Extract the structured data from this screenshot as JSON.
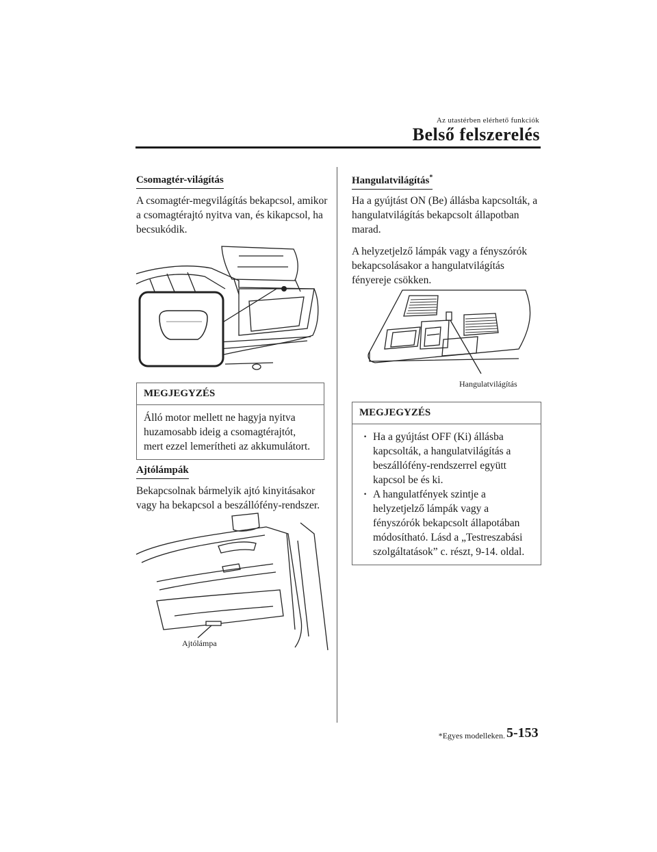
{
  "header": {
    "section": "Az utastérben elérhető funkciók",
    "chapter": "Belső felszerelés"
  },
  "left": {
    "trunk": {
      "heading": "Csomagtér-világítás",
      "text": "A csomagtér-megvilágítás bekapcsol, amikor a csomagtérajtó nyitva van, és kikapcsol, ha becsukódik."
    },
    "note1": {
      "title": "MEGJEGYZÉS",
      "text": "Álló motor mellett ne hagyja nyitva huzamosabb ideig a csomagtérajtót, mert ezzel lemerítheti az akkumulátort."
    },
    "door": {
      "heading": "Ajtólámpák",
      "text": "Bekapcsolnak bármelyik ajtó kinyitásakor vagy ha bekapcsol a beszállófény-rendszer.",
      "caption": "Ajtólámpa"
    }
  },
  "right": {
    "ambient": {
      "heading": "Hangulatvilágítás",
      "asterisk": "*",
      "text1": "Ha a gyújtást ON (Be) állásba kapcsolták, a hangulatvilágítás bekapcsolt állapotban marad.",
      "text2": "A helyzetjelző lámpák vagy a fényszórók bekapcsolásakor a hangulatvilágítás fényereje csökken.",
      "caption": "Hangulatvilágítás"
    },
    "note2": {
      "title": "MEGJEGYZÉS",
      "items": [
        "Ha a gyújtást OFF (Ki) állásba kapcsolták, a hangulatvilágítás a beszállófény-rendszerrel együtt kapcsol be és ki.",
        "A hangulatfények szintje a helyzetjelző lámpák vagy a fényszórók bekapcsolt állapotában módosítható. Lásd a „Testreszabási szolgáltatások” c. részt, 9-14. oldal."
      ]
    }
  },
  "footer": {
    "note": "*Egyes modelleken.",
    "page": "5-153"
  }
}
